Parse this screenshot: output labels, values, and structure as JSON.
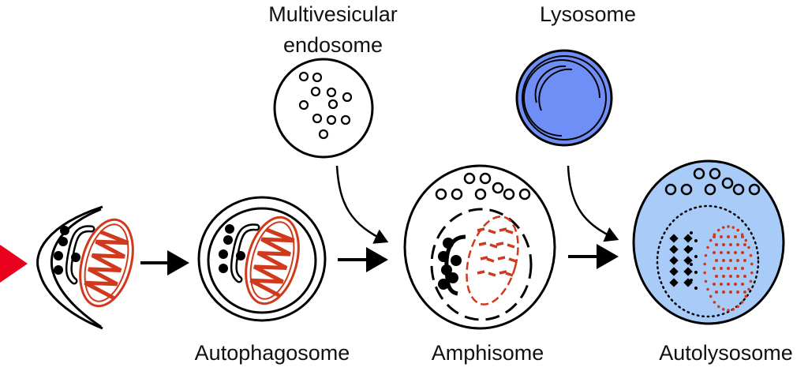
{
  "labels": {
    "mve_line1": "Multivesicular",
    "mve_line2": "endosome",
    "lysosome": "Lysosome",
    "autophagosome": "Autophagosome",
    "amphisome": "Amphisome",
    "autolysosome": "Autolysosome"
  },
  "colors": {
    "trigger_arrow": "#e8001c",
    "mitochondrion": "#d0391b",
    "lysosome_fill": "#6f8ff7",
    "autolysosome_fill": "#a8cbf8",
    "outline": "#000000"
  }
}
